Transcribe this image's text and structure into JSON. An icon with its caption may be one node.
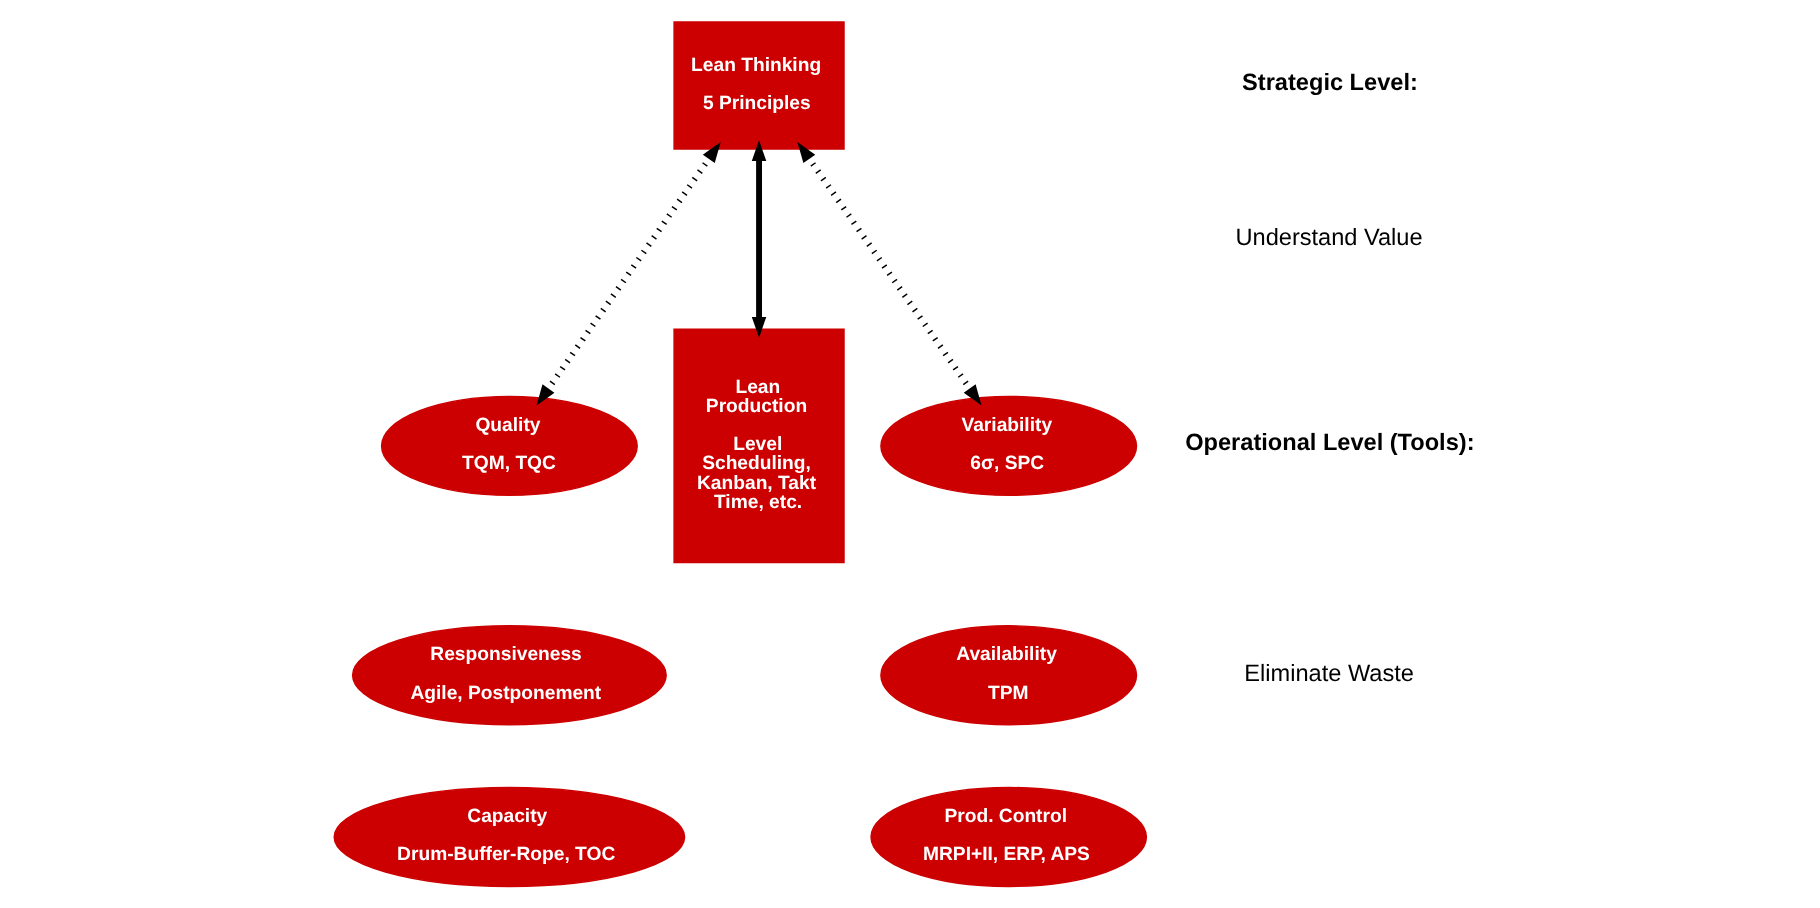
{
  "diagram": {
    "nodes": [
      {
        "text": [
          "Lean Thinking",
          "5 Principles"
        ]
      },
      {
        "text": [
          "Quality",
          "TQM, TQC"
        ]
      },
      {
        "text": [
          "Responsiveness",
          "Agile, Postponement"
        ]
      },
      {
        "text": [
          "Capacity",
          "Drum-Buffer-Rope, TOC"
        ]
      },
      {
        "text": [
          "Lean Production",
          "Level Scheduling, Kanban, Takt Time, etc."
        ]
      },
      {
        "text": [
          "Variability",
          "6σ, SPC"
        ]
      },
      {
        "text": [
          "Availability",
          "TPM"
        ]
      },
      {
        "text": [
          "Prod. Control",
          "MRPI+II, ERP, APS"
        ]
      }
    ],
    "edges": [
      {
        "from": 0,
        "to": 1,
        "arrow": "both",
        "style": "dashed"
      },
      {
        "from": 0,
        "to": 4,
        "arrow": "both"
      },
      {
        "from": 0,
        "to": 5,
        "arrow": "both",
        "style": "dashed"
      }
    ],
    "labels": [
      "Strategic Level:",
      "Understand Value",
      "Operational Level (Tools):",
      "Eliminate Waste"
    ]
  }
}
